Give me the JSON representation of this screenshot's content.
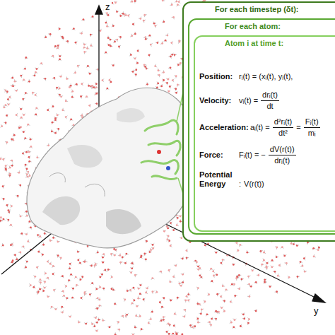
{
  "diagram": {
    "nodes": [
      {
        "text": [
          "For each timestep (δt):"
        ]
      },
      {
        "text": [
          "For each atom:"
        ],
        "in": 0
      },
      {
        "text": [
          "Atom i at time t:",
          "Position:",
          "rᵢ(t) = (xᵢ(t), yᵢ(t),",
          "Velocity:",
          "vᵢ(t) =",
          "drᵢ(t)",
          "dt",
          "Acceleration:",
          "aᵢ(t) =",
          "d²rᵢ(t)",
          "dt²",
          "=",
          "Fᵢ(t)",
          "mᵢ",
          "Force:",
          "Fᵢ(t) = −",
          "dV(r(t))",
          "drᵢ(t)",
          "Potential Energy",
          ":",
          "V(r(t))"
        ],
        "in": 1
      }
    ],
    "labels": [
      "z",
      "y"
    ]
  }
}
